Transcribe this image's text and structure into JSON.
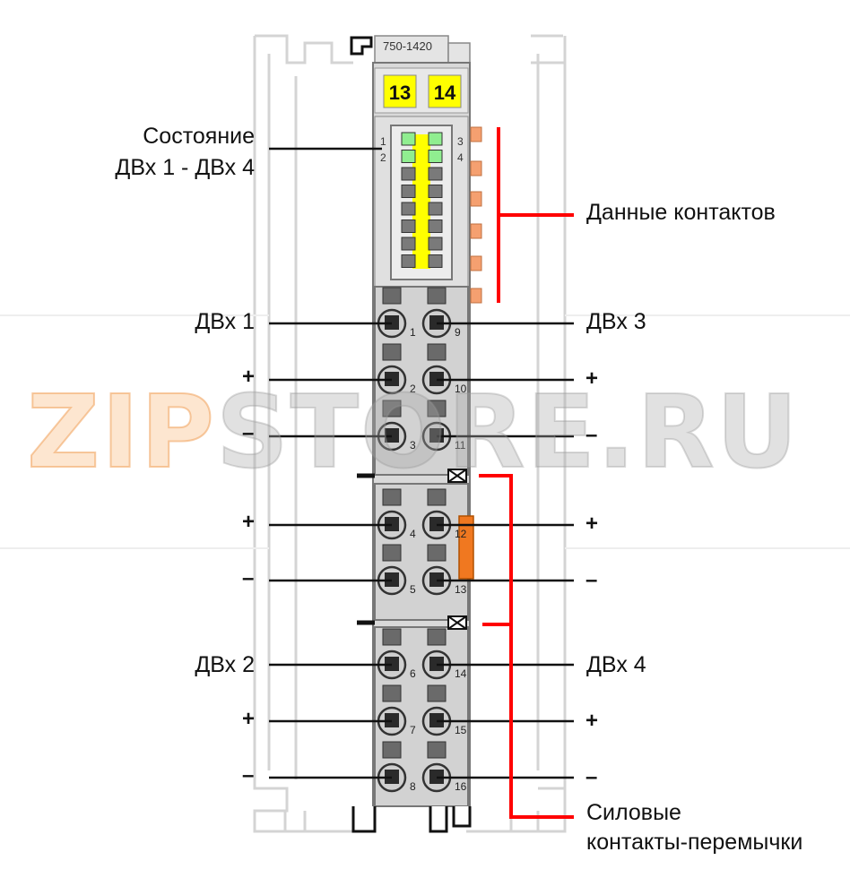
{
  "module": {
    "part_number": "750-1420",
    "marker_left": "13",
    "marker_right": "14",
    "led_numbers": [
      "1",
      "2",
      "3",
      "4"
    ],
    "terminal_numbers_left": [
      "1",
      "2",
      "3",
      "4",
      "5",
      "6",
      "7",
      "8"
    ],
    "terminal_numbers_right": [
      "9",
      "10",
      "11",
      "12",
      "13",
      "14",
      "15",
      "16"
    ]
  },
  "labels": {
    "status_line1": "Состояние",
    "status_line2": "ДВх 1 - ДВх 4",
    "data_contacts": "Данные контактов",
    "di1": "ДВх 1",
    "di2": "ДВх 2",
    "di3": "ДВх 3",
    "di4": "ДВх 4",
    "plus": "+",
    "minus": "–",
    "power_line1": "Силовые",
    "power_line2": "контакты-перемычки"
  },
  "watermark": {
    "part_a": "ZIP",
    "part_b": "STORE.RU"
  },
  "colors": {
    "module_body": "#d9d9d9",
    "marker_yellow": "#ffff00",
    "led_green": "#90ee90",
    "data_contact": "#f5a070",
    "bracket_red": "#ff0000",
    "jumper_orange": "#f07820"
  }
}
